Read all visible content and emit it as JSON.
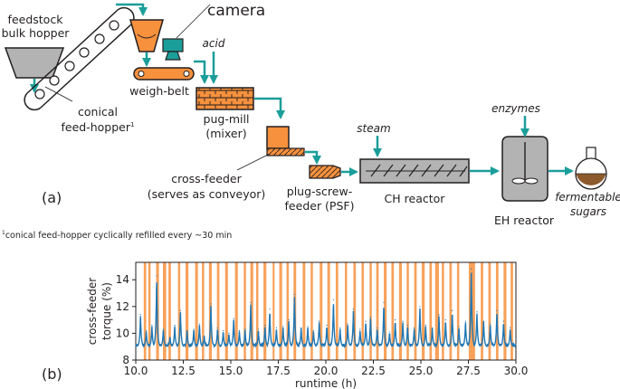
{
  "diagram": {
    "panel_a": "(a)",
    "panel_b": "(b)",
    "labels": {
      "feedstock_1": "feedstock",
      "feedstock_2": "bulk hopper",
      "camera": "camera",
      "acid": "acid",
      "weigh_belt": "weigh-belt",
      "conical_1": "conical",
      "conical_2": "feed-hopper",
      "conical_sup": "1",
      "pugmill_1": "pug-mill",
      "pugmill_2": "(mixer)",
      "crossfeeder_1": "cross-feeder",
      "crossfeeder_2": "(serves as conveyor)",
      "psf_1": "plug-screw-",
      "psf_2": "feeder (PSF)",
      "steam": "steam",
      "ch_reactor": "CH reactor",
      "enzymes": "enzymes",
      "eh_reactor": "EH reactor",
      "sugars_1": "fermentable",
      "sugars_2": "sugars"
    },
    "footnote_sup": "1",
    "footnote": "conical feed-hopper cyclically refilled every ~30 min",
    "colors": {
      "orange": "#f7913d",
      "teal": "#1b9e9a",
      "gray": "#b3b3b3",
      "blue": "#1f77b4",
      "brown": "#8c5a2b"
    }
  },
  "chart_data": {
    "type": "line",
    "xlabel": "runtime (h)",
    "ylabel_1": "cross-feeder",
    "ylabel_2": "torque (%)",
    "xlim": [
      10.0,
      30.0
    ],
    "ylim": [
      8,
      15.3
    ],
    "xticks": [
      "10.0",
      "12.5",
      "15.0",
      "17.5",
      "20.0",
      "22.5",
      "25.0",
      "27.5",
      "30.0"
    ],
    "yticks": [
      "8",
      "10",
      "12",
      "14"
    ],
    "baseline": 9.0,
    "spikes": [
      [
        10.25,
        11.4
      ],
      [
        10.55,
        10.2
      ],
      [
        10.85,
        10.6
      ],
      [
        11.1,
        14.3
      ],
      [
        11.45,
        10.3
      ],
      [
        11.8,
        9.7
      ],
      [
        12.05,
        10.6
      ],
      [
        12.35,
        11.7
      ],
      [
        12.7,
        10.2
      ],
      [
        13.05,
        10.3
      ],
      [
        13.35,
        10.7
      ],
      [
        13.6,
        9.8
      ],
      [
        13.95,
        12.2
      ],
      [
        14.3,
        10.4
      ],
      [
        14.6,
        10.2
      ],
      [
        14.9,
        10.0
      ],
      [
        15.15,
        11.1
      ],
      [
        15.45,
        10.2
      ],
      [
        15.75,
        10.3
      ],
      [
        16.05,
        12.3
      ],
      [
        16.45,
        10.3
      ],
      [
        16.8,
        10.6
      ],
      [
        17.05,
        11.8
      ],
      [
        17.4,
        10.4
      ],
      [
        17.75,
        10.5
      ],
      [
        18.05,
        11.0
      ],
      [
        18.35,
        12.9
      ],
      [
        18.7,
        10.4
      ],
      [
        19.05,
        10.5
      ],
      [
        19.35,
        10.2
      ],
      [
        19.65,
        10.9
      ],
      [
        20.05,
        10.6
      ],
      [
        20.4,
        12.5
      ],
      [
        20.75,
        10.4
      ],
      [
        21.15,
        10.7
      ],
      [
        21.45,
        11.8
      ],
      [
        21.8,
        10.3
      ],
      [
        22.1,
        10.9
      ],
      [
        22.35,
        11.2
      ],
      [
        22.7,
        10.4
      ],
      [
        23.05,
        12.3
      ],
      [
        23.35,
        10.1
      ],
      [
        23.65,
        11.0
      ],
      [
        24.05,
        10.9
      ],
      [
        24.3,
        10.6
      ],
      [
        24.65,
        10.4
      ],
      [
        24.95,
        12.0
      ],
      [
        25.25,
        10.6
      ],
      [
        25.6,
        10.4
      ],
      [
        25.95,
        11.4
      ],
      [
        26.3,
        11.0
      ],
      [
        26.65,
        11.7
      ],
      [
        27.0,
        10.5
      ],
      [
        27.35,
        10.9
      ],
      [
        27.65,
        14.8
      ],
      [
        27.95,
        11.6
      ],
      [
        28.3,
        10.9
      ],
      [
        28.65,
        10.7
      ],
      [
        29.0,
        11.7
      ],
      [
        29.35,
        10.9
      ],
      [
        29.7,
        10.4
      ]
    ],
    "bands": [
      [
        10.42,
        10.55
      ],
      [
        10.66,
        10.78
      ],
      [
        11.07,
        11.22
      ],
      [
        11.43,
        11.6
      ],
      [
        11.72,
        11.85
      ],
      [
        12.22,
        12.34
      ],
      [
        12.62,
        12.77
      ],
      [
        13.12,
        13.27
      ],
      [
        13.48,
        13.6
      ],
      [
        13.85,
        14.0
      ],
      [
        14.27,
        14.4
      ],
      [
        14.7,
        14.85
      ],
      [
        15.22,
        15.37
      ],
      [
        15.68,
        15.8
      ],
      [
        16.03,
        16.18
      ],
      [
        16.33,
        16.45
      ],
      [
        16.72,
        16.87
      ],
      [
        17.2,
        17.3
      ],
      [
        17.55,
        17.7
      ],
      [
        17.93,
        18.05
      ],
      [
        18.3,
        18.44
      ],
      [
        18.78,
        18.92
      ],
      [
        19.2,
        19.32
      ],
      [
        19.68,
        19.82
      ],
      [
        20.08,
        20.22
      ],
      [
        20.52,
        20.65
      ],
      [
        21.0,
        21.12
      ],
      [
        21.45,
        21.58
      ],
      [
        21.88,
        22.0
      ],
      [
        22.3,
        22.42
      ],
      [
        22.65,
        22.78
      ],
      [
        23.05,
        23.2
      ],
      [
        23.45,
        23.58
      ],
      [
        23.85,
        24.0
      ],
      [
        24.25,
        24.37
      ],
      [
        24.65,
        24.78
      ],
      [
        25.05,
        25.2
      ],
      [
        25.45,
        25.58
      ],
      [
        25.75,
        25.95
      ],
      [
        26.1,
        26.22
      ],
      [
        26.5,
        26.63
      ],
      [
        26.9,
        27.02
      ],
      [
        27.52,
        27.85
      ],
      [
        28.15,
        28.28
      ],
      [
        28.55,
        28.68
      ],
      [
        28.95,
        29.08
      ],
      [
        29.35,
        29.5
      ],
      [
        29.72,
        29.85
      ]
    ]
  }
}
